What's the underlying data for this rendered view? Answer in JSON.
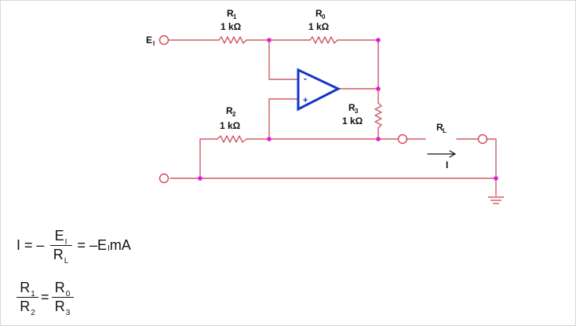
{
  "circuit": {
    "input_label": "E",
    "input_label_sub": "I",
    "resistors": {
      "r1": {
        "name": "R",
        "sub": "1",
        "value": "1 kΩ"
      },
      "r0": {
        "name": "R",
        "sub": "0",
        "value": "1 kΩ"
      },
      "r2": {
        "name": "R",
        "sub": "2",
        "value": "1 kΩ"
      },
      "r3": {
        "name": "R",
        "sub": "3",
        "value": "1 kΩ"
      },
      "rl": {
        "name": "R",
        "sub": "L"
      }
    },
    "opamp": {
      "minus": "-",
      "plus": "+"
    },
    "current_label": "I"
  },
  "formula": {
    "current": {
      "lhs": "I = –",
      "num_main": "E",
      "num_sub": "I",
      "den_main": "R",
      "den_sub": "L",
      "middle": "= –E",
      "middle_sub": "I",
      "tail": " mA"
    },
    "ratio": {
      "left_num_main": "R",
      "left_num_sub": "1",
      "left_den_main": "R",
      "left_den_sub": "2",
      "equals": "=",
      "right_num_main": "R",
      "right_num_sub": "0",
      "right_den_main": "R",
      "right_den_sub": "3"
    }
  },
  "colors": {
    "wire": "#cf5a69",
    "node": "#e11ad5",
    "opamp": "#1235c8",
    "resistor": "#cf5a69",
    "terminal": "#d74c5a",
    "ground": "#cf5a69",
    "ink": "#111111",
    "arrow": "#111111"
  }
}
